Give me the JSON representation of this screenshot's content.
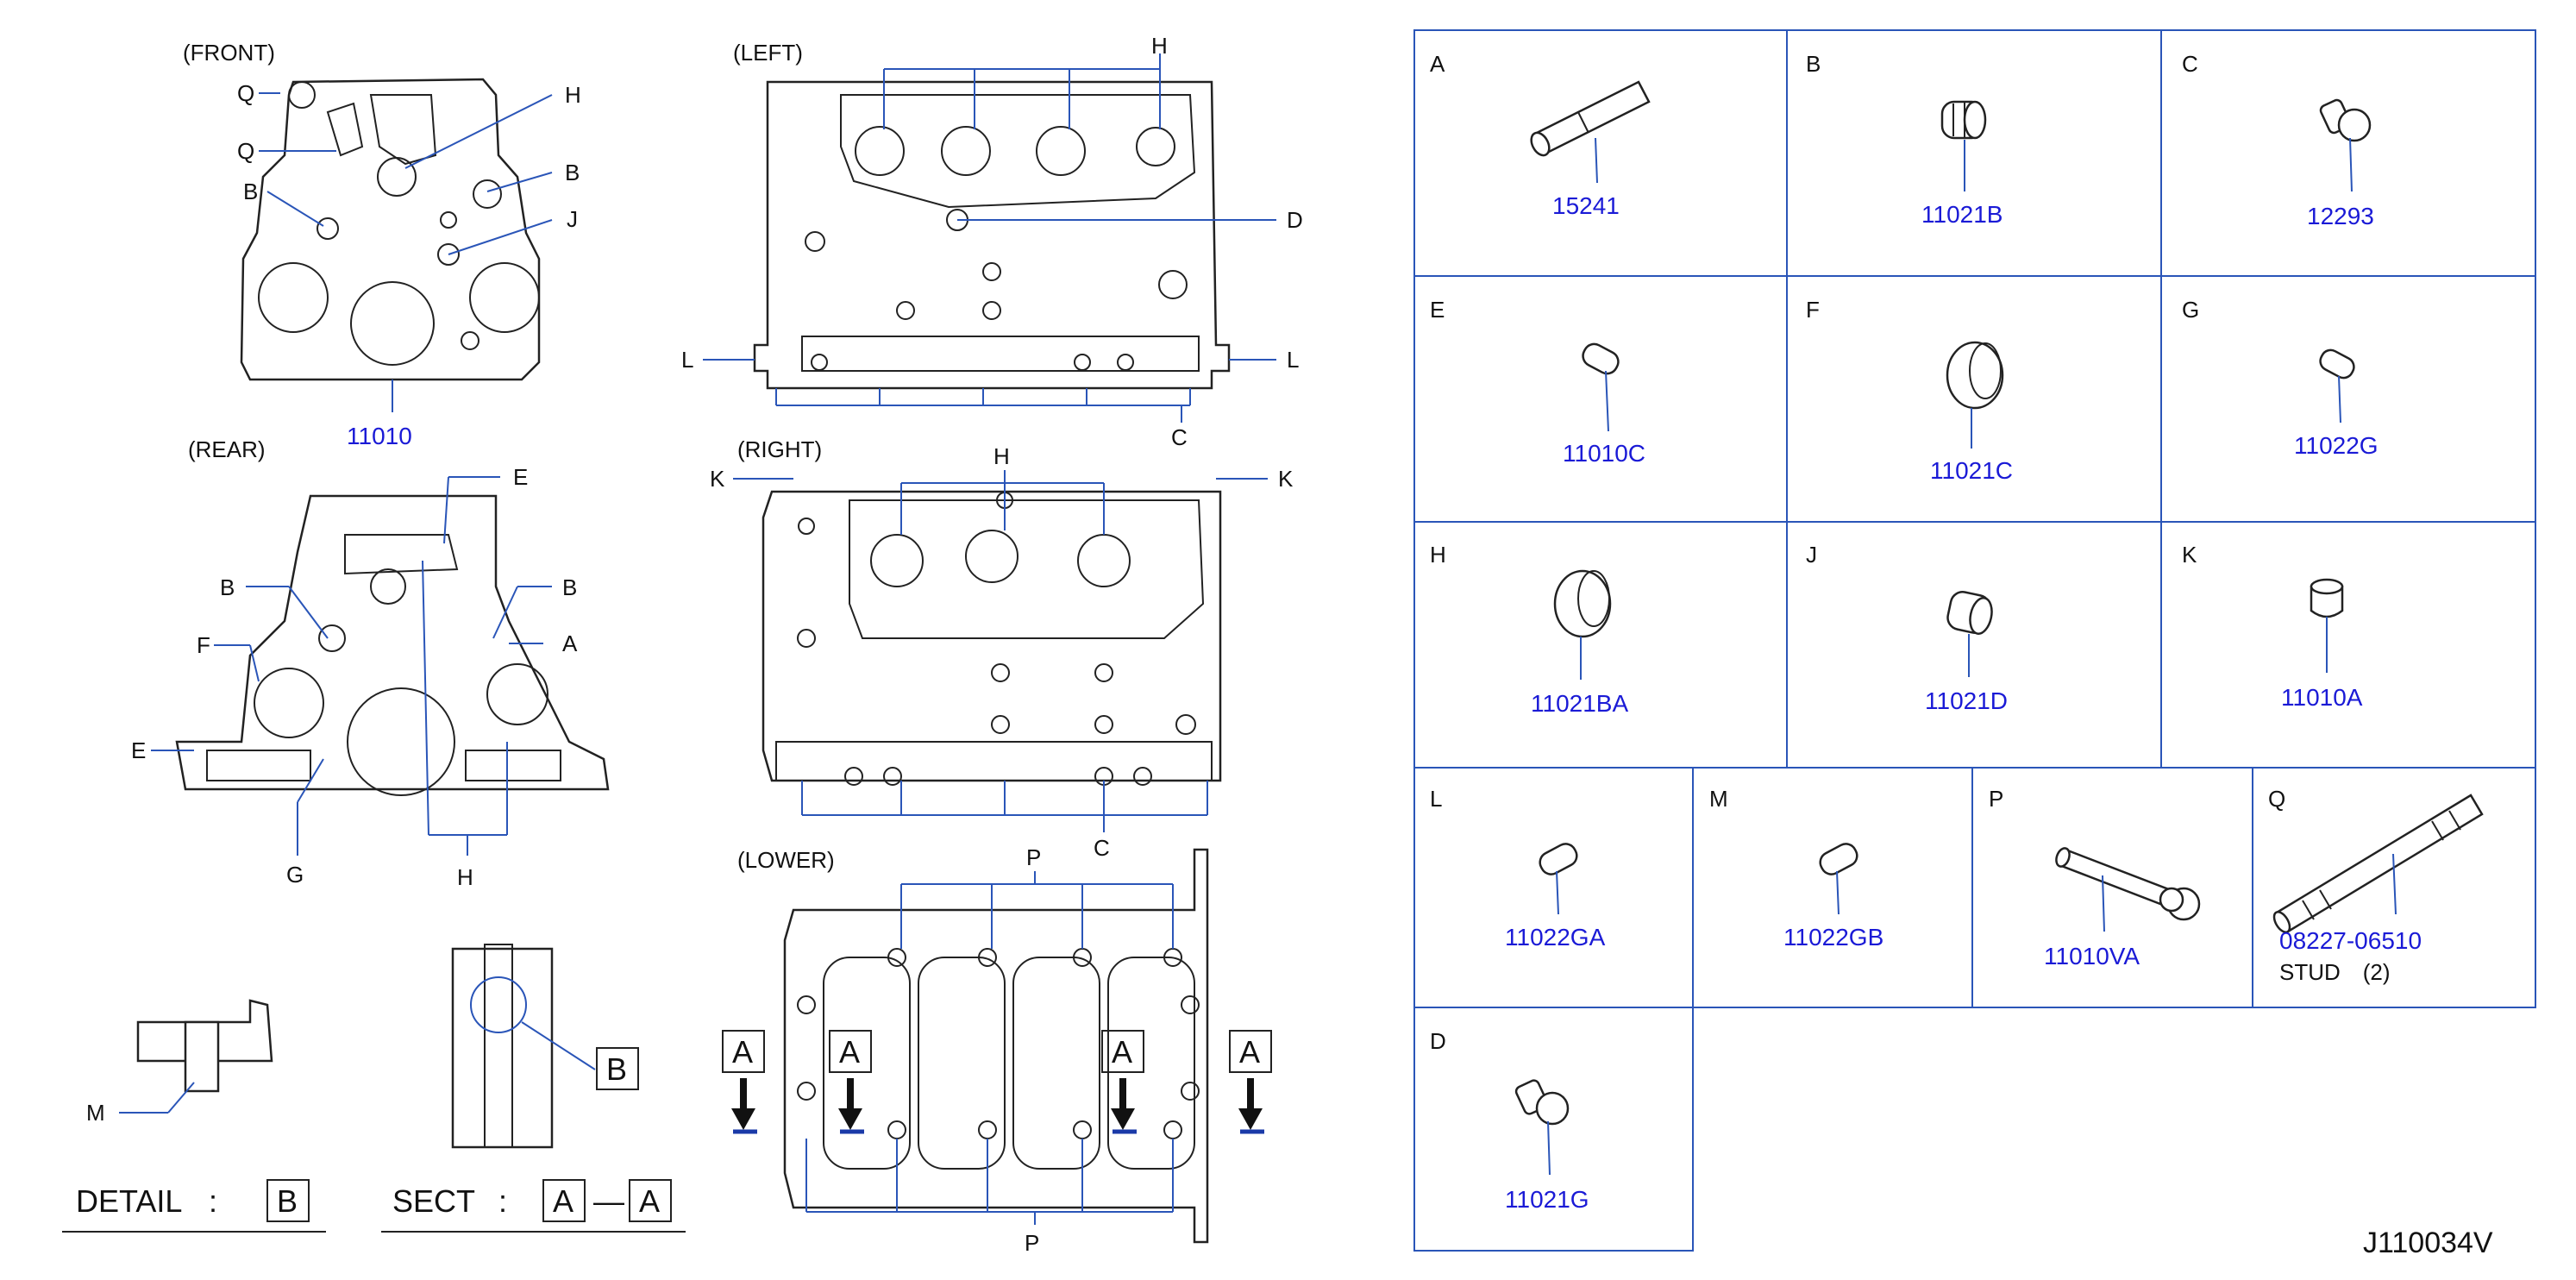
{
  "views": {
    "front": "(FRONT)",
    "rear": "(REAR)",
    "left": "(LEFT)",
    "right": "(RIGHT)",
    "lower": "(LOWER)"
  },
  "front_callouts": {
    "q1": "Q",
    "q2": "Q",
    "h": "H",
    "b1": "B",
    "b2": "B",
    "j": "J",
    "part": "11010"
  },
  "rear_callouts": {
    "e1": "E",
    "b1": "B",
    "b2": "B",
    "f": "F",
    "a": "A",
    "e2": "E",
    "g": "G",
    "h": "H"
  },
  "left_callouts": {
    "h": "H",
    "d": "D",
    "l1": "L",
    "l2": "L",
    "c": "C"
  },
  "right_callouts": {
    "k1": "K",
    "h": "H",
    "k2": "K",
    "c": "C"
  },
  "lower_callouts": {
    "p1": "P",
    "p2": "P",
    "a1": "A",
    "a2": "A",
    "a3": "A",
    "a4": "A"
  },
  "detail": {
    "m": "M",
    "b_box": "B",
    "detail_label": "DETAIL",
    "detail_colon": ":",
    "detail_key": "B",
    "sect_label": "SECT",
    "sect_colon": ":",
    "sect_a1": "A",
    "sect_dash": "—",
    "sect_a2": "A"
  },
  "parts": [
    {
      "letter": "A",
      "number": "15241",
      "icon": "pin-icon"
    },
    {
      "letter": "B",
      "number": "11021B",
      "icon": "plug-icon"
    },
    {
      "letter": "C",
      "number": "12293",
      "icon": "bolt-icon"
    },
    {
      "letter": "E",
      "number": "11010C",
      "icon": "dowel-icon"
    },
    {
      "letter": "F",
      "number": "11021C",
      "icon": "ring-plug-icon"
    },
    {
      "letter": "G",
      "number": "11022G",
      "icon": "dowel-icon"
    },
    {
      "letter": "H",
      "number": "11021BA",
      "icon": "ring-plug-icon"
    },
    {
      "letter": "J",
      "number": "11021D",
      "icon": "plug-icon"
    },
    {
      "letter": "K",
      "number": "11010A",
      "icon": "cylinder-pin-icon"
    },
    {
      "letter": "L",
      "number": "11022GA",
      "icon": "dowel-icon"
    },
    {
      "letter": "M",
      "number": "11022GB",
      "icon": "dowel-icon"
    },
    {
      "letter": "P",
      "number": "11010VA",
      "icon": "bolt-long-icon"
    },
    {
      "letter": "Q",
      "number": "08227-06510",
      "note": "STUD　(2)",
      "icon": "stud-icon"
    },
    {
      "letter": "D",
      "number": "11021G",
      "icon": "bolt-icon"
    }
  ],
  "diagram_code": "J110034V"
}
